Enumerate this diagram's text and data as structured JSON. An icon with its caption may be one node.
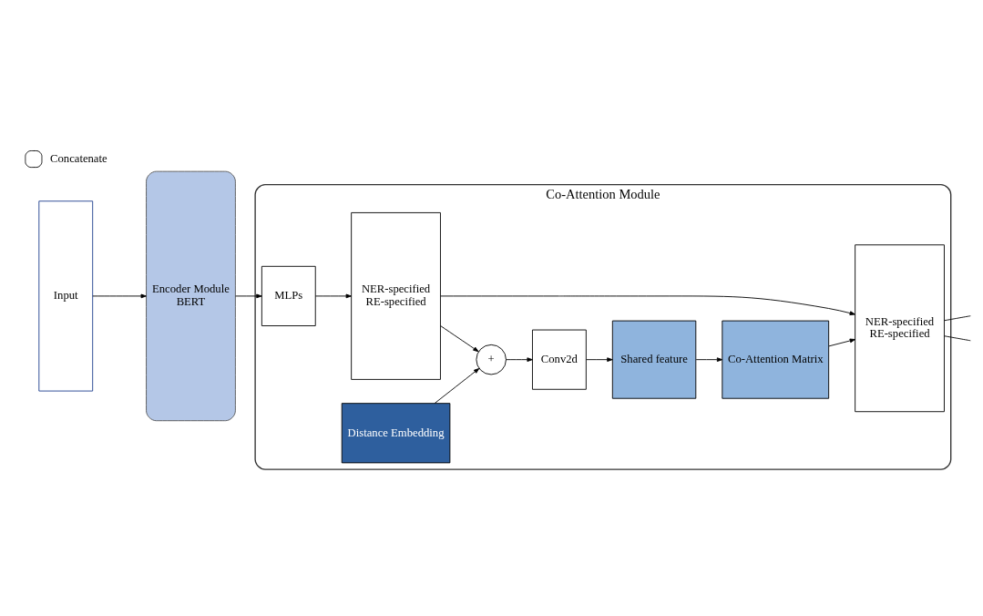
{
  "diagram": {
    "nodes": [
      {
        "text": [
          "Input"
        ]
      },
      {
        "text": [
          "Encoder Module",
          "BERT"
        ]
      },
      {
        "text": [
          "Co-Attention Module"
        ]
      },
      {
        "text": [
          "MLPs"
        ],
        "in": 2
      },
      {
        "text": [
          "NER-specified",
          "RE-specified"
        ],
        "in": 2
      },
      {
        "text": [
          "+"
        ],
        "in": 2
      },
      {
        "text": [
          "Distance Embedding"
        ],
        "in": 2
      },
      {
        "text": [
          "Conv2d"
        ],
        "in": 2
      },
      {
        "text": [
          "Shared feature"
        ],
        "in": 2
      },
      {
        "text": [
          "Co-Attention Matrix"
        ],
        "in": 2
      },
      {
        "text": [
          "NER-specified",
          "RE-specified"
        ],
        "in": 2
      }
    ],
    "edges": [
      {
        "from": 0,
        "to": 1,
        "arrow": "to"
      },
      {
        "from": 1,
        "to": 3,
        "arrow": "to"
      },
      {
        "from": 3,
        "to": 4,
        "arrow": "to"
      },
      {
        "from": 4,
        "to": 5,
        "arrow": "to"
      },
      {
        "from": 6,
        "to": 5,
        "arrow": "to"
      },
      {
        "from": 5,
        "to": 7,
        "arrow": "to"
      },
      {
        "from": 7,
        "to": 8,
        "arrow": "to"
      },
      {
        "from": 8,
        "to": 9,
        "arrow": "to"
      },
      {
        "from": 9,
        "to": 10,
        "arrow": "to"
      },
      {
        "from": 4,
        "to": 10,
        "arrow": "to"
      },
      {
        "from": 10,
        "to": null,
        "arrow": "none"
      },
      {
        "from": 10,
        "to": null,
        "arrow": "none"
      }
    ],
    "legend": [
      {
        "text": "Concatenate"
      }
    ]
  }
}
